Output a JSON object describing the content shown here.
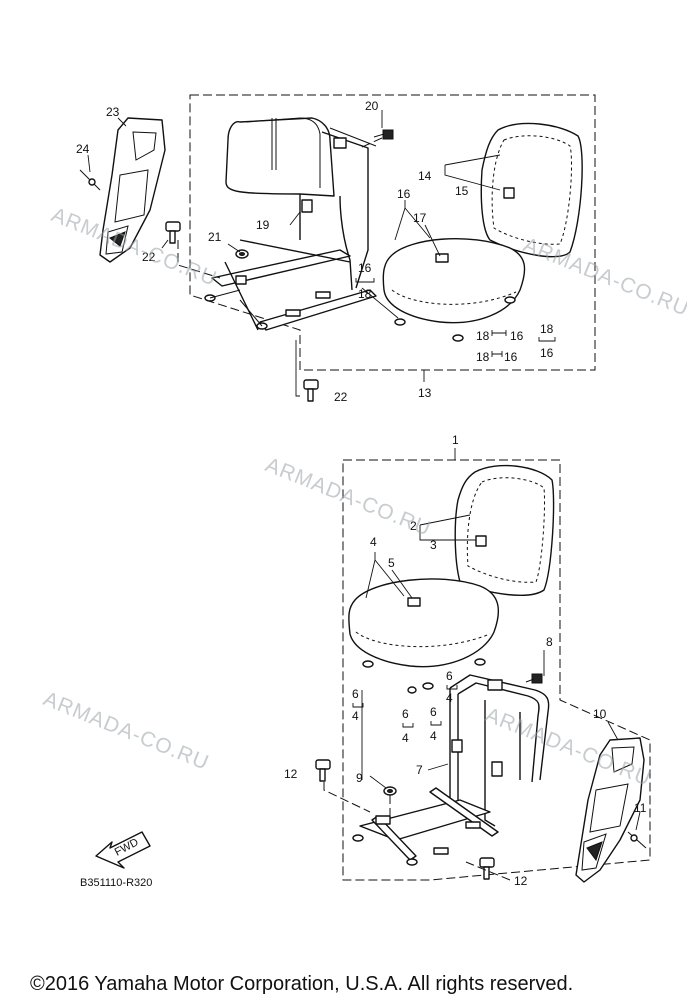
{
  "diagram": {
    "callouts": {
      "c1": "1",
      "c2": "2",
      "c3": "3",
      "c4a": "4",
      "c5": "5",
      "c6a": "6",
      "c4b": "4",
      "c6b": "6",
      "c4c": "4",
      "c6c": "6",
      "c4d": "4",
      "c6d": "6",
      "c4e": "4",
      "c7": "7",
      "c8": "8",
      "c9": "9",
      "c10": "10",
      "c11": "11",
      "c12a": "12",
      "c12b": "12",
      "c13": "13",
      "c14": "14",
      "c15": "15",
      "c16a": "16",
      "c17": "17",
      "c16b": "16",
      "c18a": "18",
      "c18b": "18",
      "c16c": "16",
      "c18c": "18",
      "c16d": "16",
      "c18d": "18",
      "c16e": "16",
      "c19": "19",
      "c20": "20",
      "c21": "21",
      "c22a": "22",
      "c22b": "22",
      "c23": "23",
      "c24": "24"
    },
    "fwd_label": "FWD",
    "diagram_code": "B351110-R320",
    "watermark": "ARMADA-CO.RU",
    "copyright": "©2016 Yamaha Motor Corporation, U.S.A. All rights reserved."
  }
}
